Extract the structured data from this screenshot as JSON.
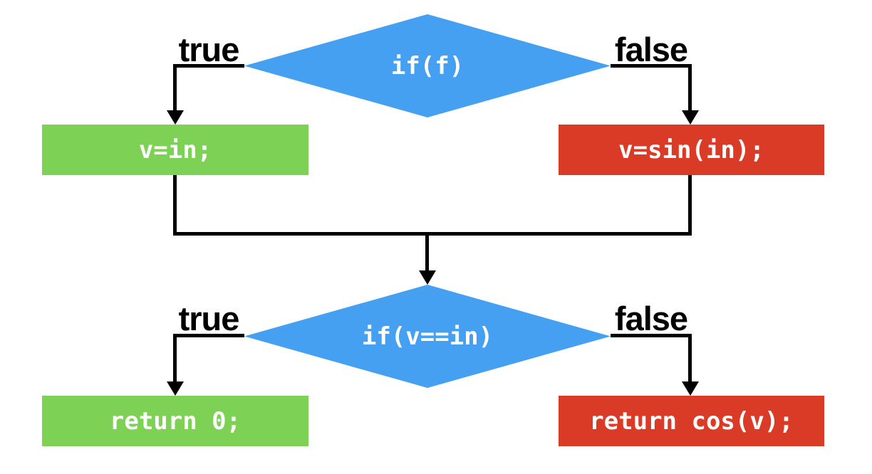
{
  "diagram": {
    "type": "flowchart",
    "colors": {
      "background": "#ffffff",
      "decision_fill": "#45a0f2",
      "true_fill": "#7dd155",
      "false_fill": "#da3b26",
      "line_color": "#000000",
      "node_text": "#ffffff",
      "label_text": "#000000"
    },
    "decisions": [
      {
        "condition": "if(f)",
        "true_label": "true",
        "false_label": "false"
      },
      {
        "condition": "if(v==in)",
        "true_label": "true",
        "false_label": "false"
      }
    ],
    "processes": [
      {
        "text": "v=in;",
        "branch": "true"
      },
      {
        "text": "v=sin(in);",
        "branch": "false"
      },
      {
        "text": "return 0;",
        "branch": "true"
      },
      {
        "text": "return cos(v);",
        "branch": "false"
      }
    ]
  }
}
